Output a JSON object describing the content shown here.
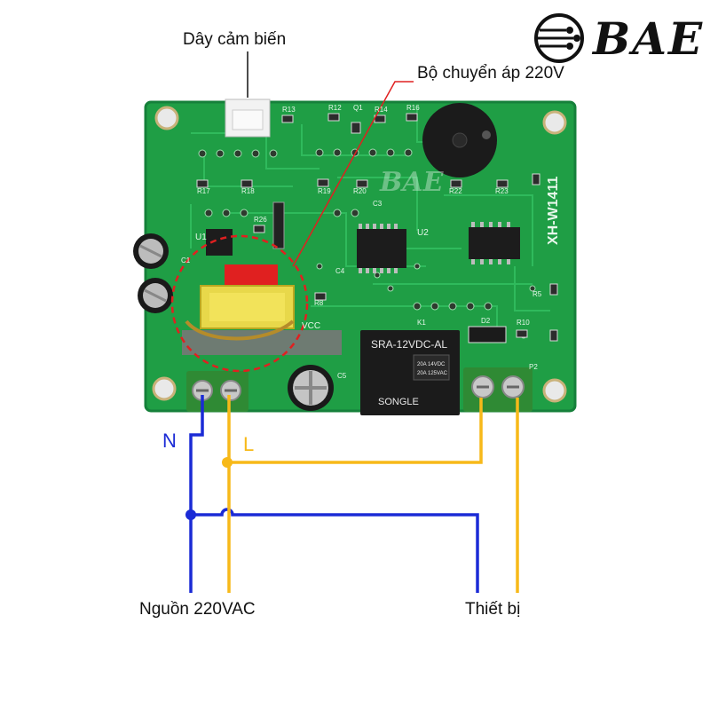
{
  "logo": {
    "text": "BAE",
    "watermark": "BAE"
  },
  "labels": {
    "sensor_wire": "Dây cảm biến",
    "converter": "Bộ chuyển áp 220V",
    "power_source": "Nguồn 220VAC",
    "device": "Thiết bị",
    "neutral": "N",
    "live": "L"
  },
  "board": {
    "relay_model": "SRA-12VDC-AL",
    "relay_brand": "SONGLE",
    "relay_rating_1": "20A 14VDC",
    "relay_rating_2": "20A 125VAC",
    "board_model": "XH-W1411",
    "vcc": "VCC",
    "components": [
      "R13",
      "R12",
      "Q1",
      "R14",
      "R16",
      "R17",
      "R18",
      "R19",
      "R20",
      "R22",
      "R23",
      "R26",
      "U1",
      "U2",
      "C1",
      "C5",
      "C3",
      "K1",
      "D2",
      "R10",
      "P2",
      "R8",
      "R5",
      "VCC",
      "C4"
    ]
  },
  "colors": {
    "pcb": "#1f9e45",
    "neutral_wire": "#1b2bd6",
    "live_wire": "#f7b919",
    "pointer": "#e02020",
    "terminal": "#2f8a34"
  }
}
